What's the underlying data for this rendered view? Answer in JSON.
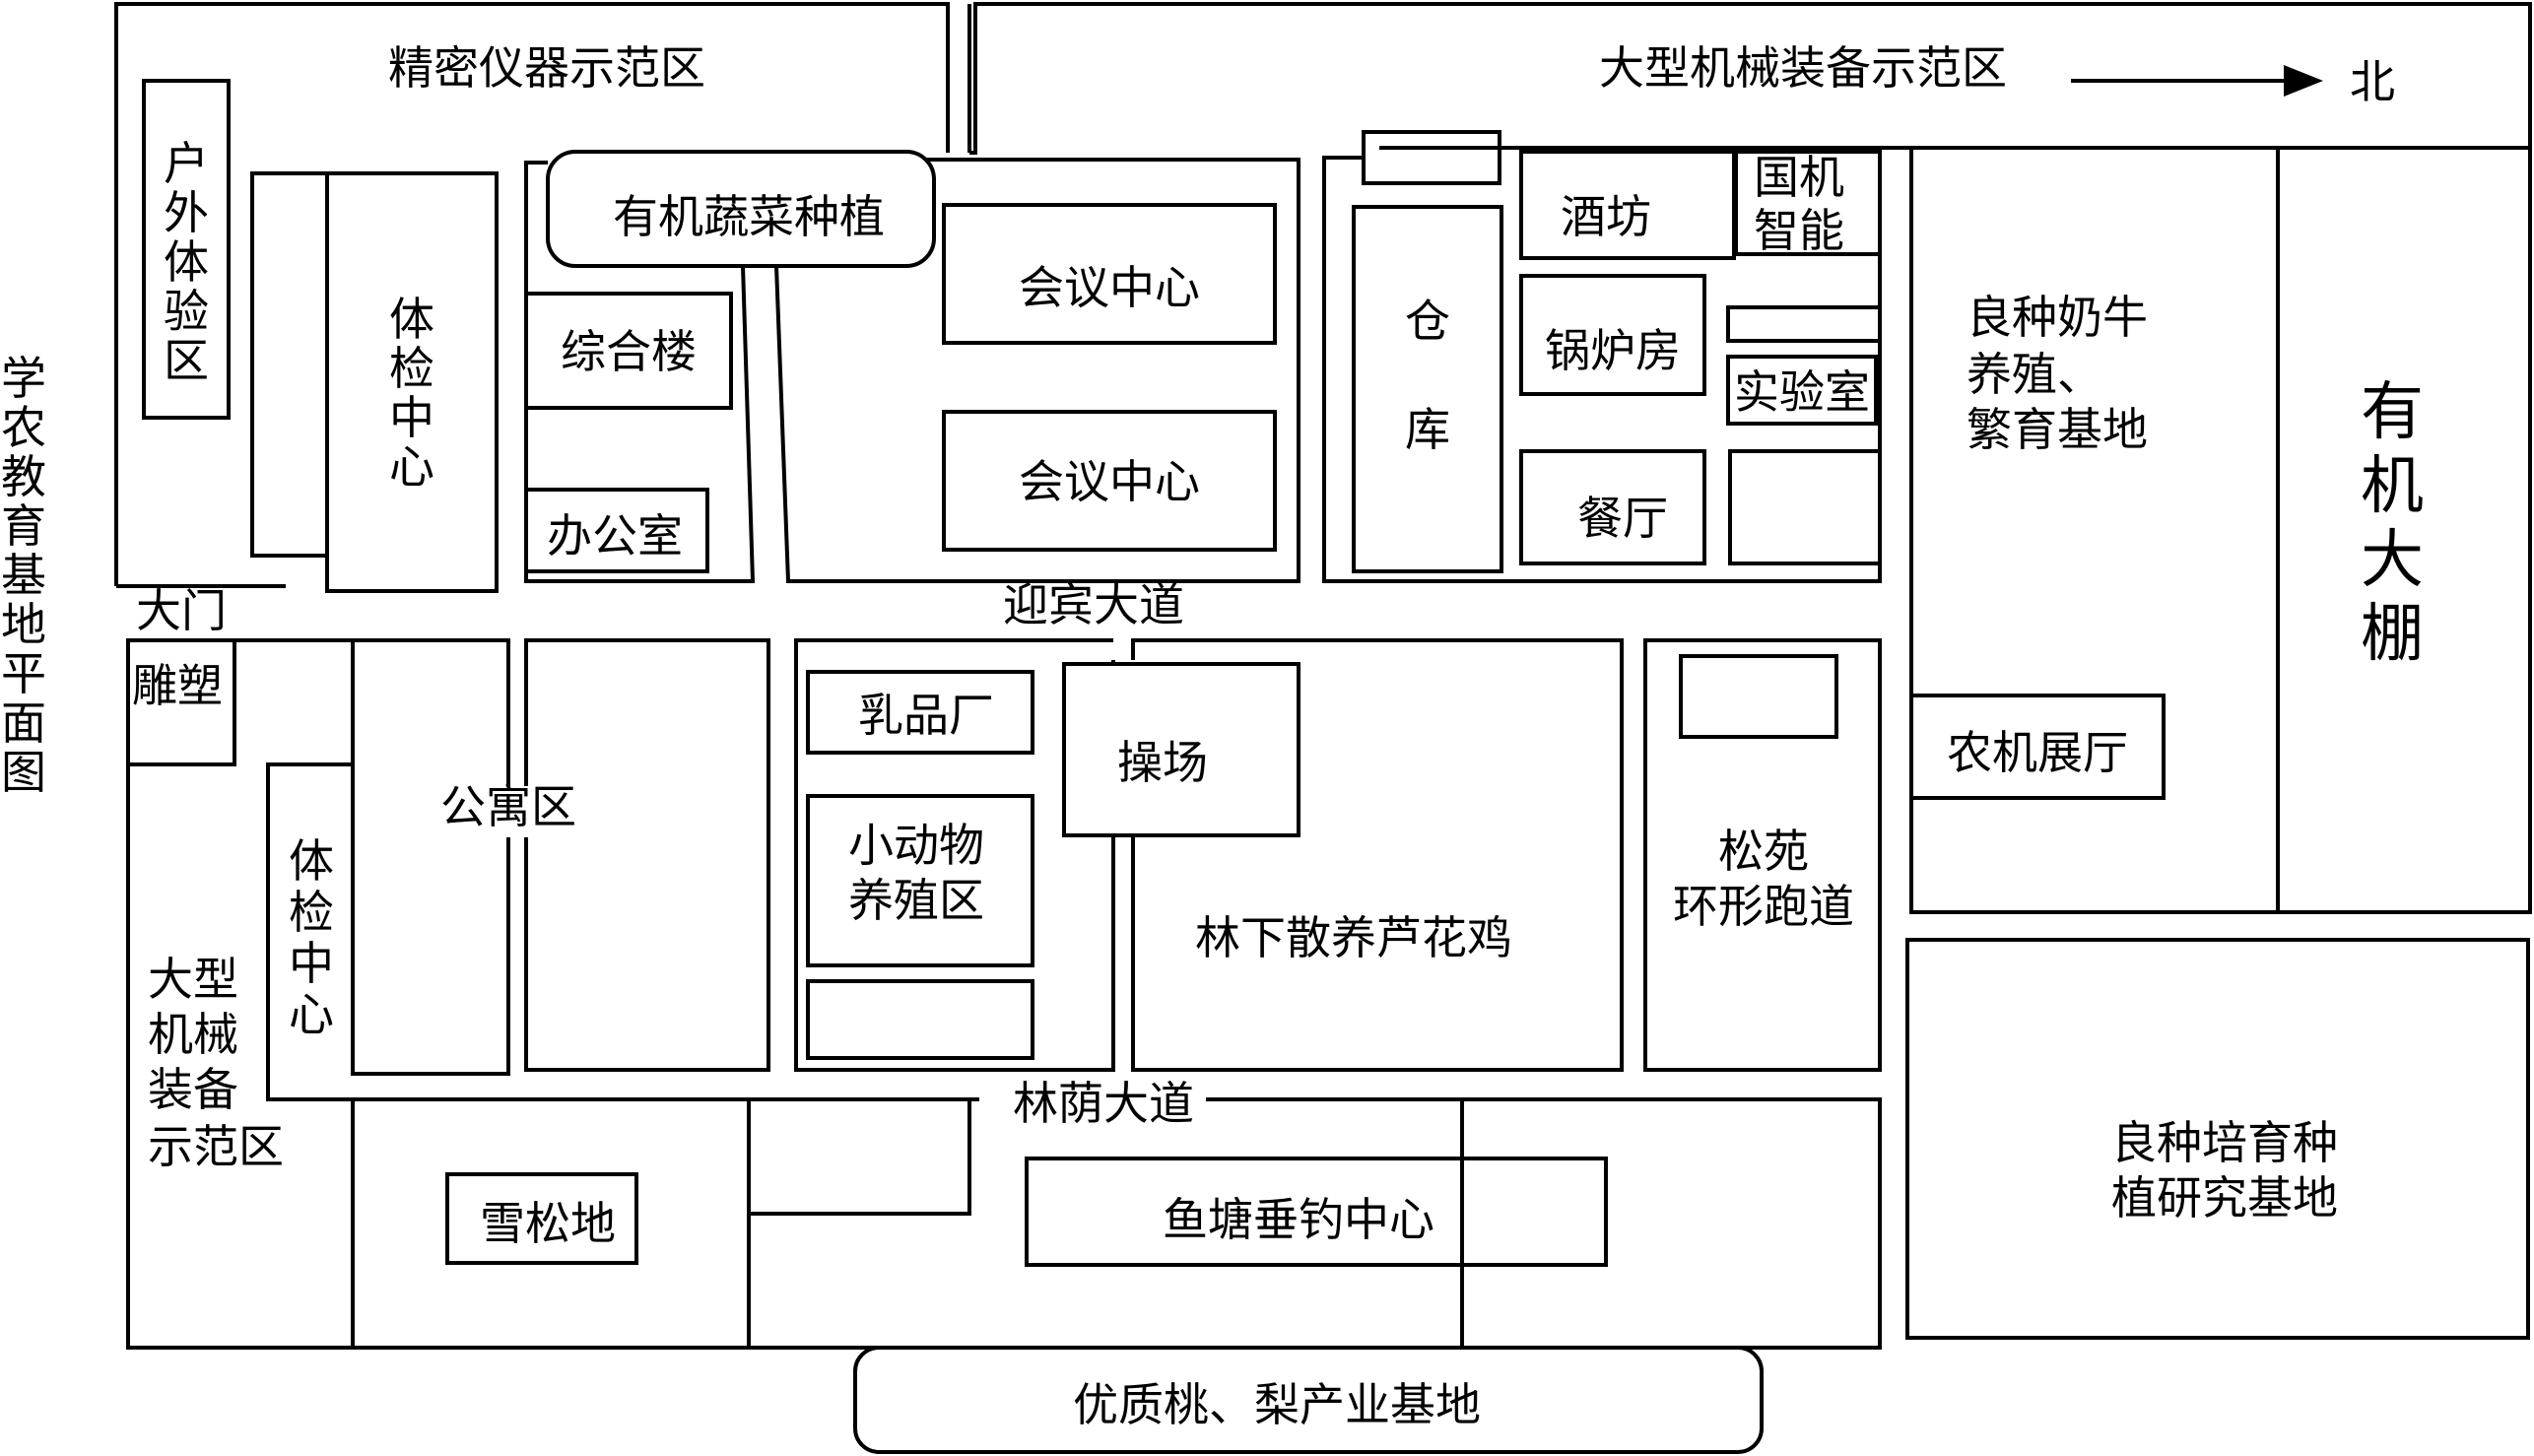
{
  "map": {
    "title": "学农教育基地平面图",
    "north_label": "北",
    "colors": {
      "line": "#000000",
      "background": "#ffffff"
    },
    "roads": {
      "gate": "大门",
      "yingbin": "迎宾大道",
      "linyin": "林荫大道"
    },
    "zones": {
      "precision_instruments": "精密仪器示范区",
      "large_machinery_north": "大型机械装备示范区",
      "outdoor_experience": "户外体验区",
      "medical_center_north": "体检中心",
      "organic_vegetables": "有机蔬菜种植",
      "complex_building": "综合楼",
      "office": "办公室",
      "conference_center_1": "会议中心",
      "conference_center_2": "会议中心",
      "warehouse": "仓库",
      "winery": "酒坊",
      "national_machinery_smart": "国机智能",
      "boiler_room": "锅炉房",
      "laboratory": "实验室",
      "canteen": "餐厅",
      "dairy_cattle": [
        "良种奶牛",
        "养殖、",
        "繁育基地"
      ],
      "organic_greenhouse": "有机大棚",
      "farm_machinery_hall": "农机展厅",
      "sculpture": "雕塑",
      "medical_center_south": "体检中心",
      "apartment": "公寓区",
      "large_machinery_south": [
        "大型",
        "机械",
        "装备",
        "示范区"
      ],
      "dairy_factory": "乳品厂",
      "small_animal": [
        "小动物",
        "养殖区"
      ],
      "playground": "操场",
      "chicken_farm": "林下散养芦花鸡",
      "pine_garden": [
        "松苑",
        "环形跑道"
      ],
      "seed_breeding": [
        "良种培育种",
        "植研究基地"
      ],
      "snow_pine": "雪松地",
      "fish_pond": "鱼塘垂钓中心",
      "peach_pear": "优质桃、梨产业基地"
    }
  }
}
